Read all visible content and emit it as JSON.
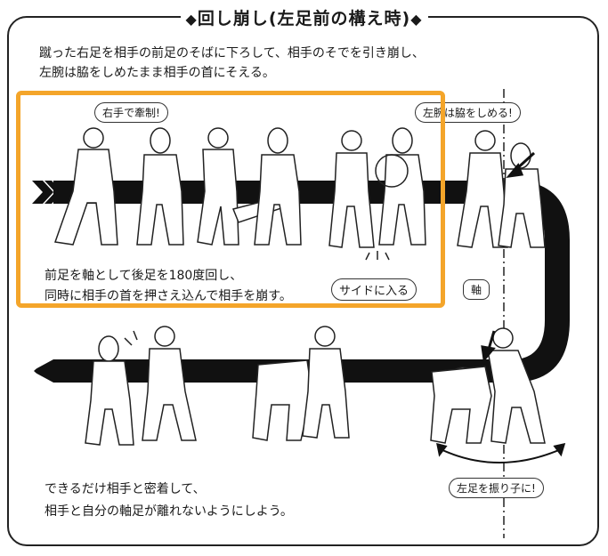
{
  "title": "回し崩し(左足前の構え時)",
  "intro": {
    "line1": "蹴った右足を相手の前足のそばに下ろして、相手のそでを引き崩し、",
    "line2": "左腕は脇をしめたまま相手の首にそえる。"
  },
  "bubbles": {
    "right_hand": "右手で牽制!",
    "left_arm": "左腕は脇をしめる!",
    "side_entry": "サイドに入る",
    "axis": "軸",
    "swing": "左足を振り子に!"
  },
  "pivot_text": {
    "line1": "前足を軸として後足を180度回し、",
    "line2": "同時に相手の首を押さえ込んで相手を崩す。"
  },
  "closing_text": {
    "line1": "できるだけ相手と密着して、",
    "line2": "相手と自分の軸足が離れないようにしよう。"
  },
  "colors": {
    "highlight": "#f4a52a",
    "band": "#111111"
  }
}
